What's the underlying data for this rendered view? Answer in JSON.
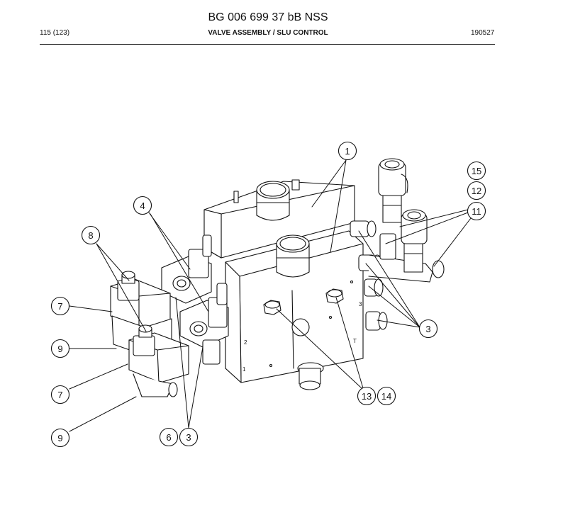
{
  "header": {
    "doc_title": "BG 006 699 37 bB NSS",
    "page": "115 (123)",
    "section": "VALVE ASSEMBLY / SLU CONTROL",
    "date_code": "190527"
  },
  "drawing": {
    "callouts": [
      "1",
      "15",
      "12",
      "11",
      "4",
      "8",
      "7",
      "3",
      "9",
      "7",
      "13",
      "14",
      "9",
      "6",
      "3"
    ],
    "body_marks": [
      "3",
      "2",
      "1",
      "T"
    ]
  }
}
